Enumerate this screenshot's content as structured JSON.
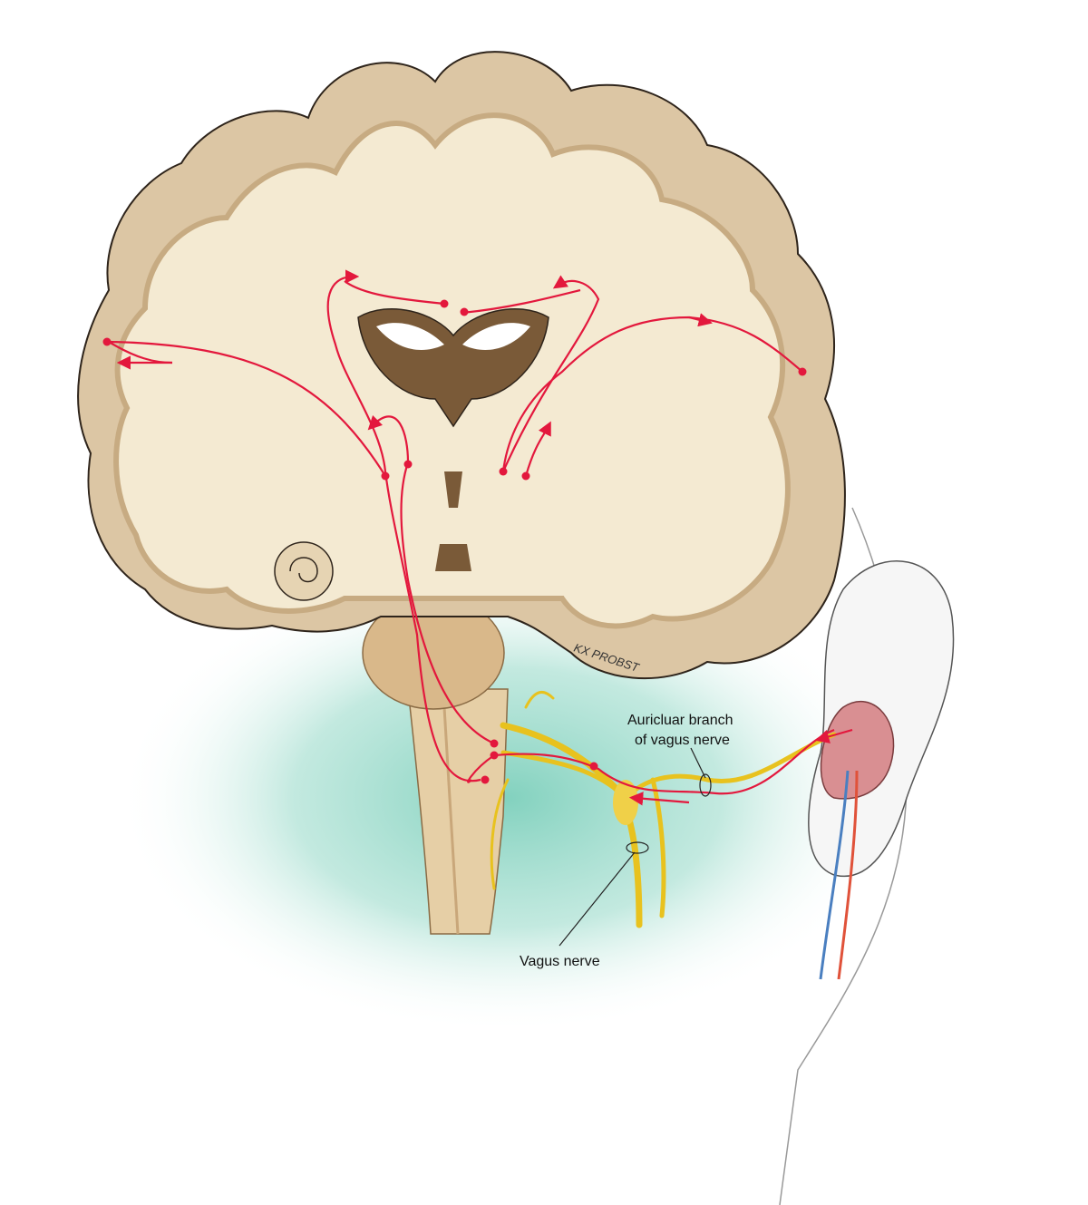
{
  "labels": {
    "auricular_line1": "Auricluar branch",
    "auricular_line2": "of vagus nerve",
    "vagus": "Vagus nerve"
  },
  "signature": "KX PROBST",
  "colors": {
    "pathway": "#e3183d",
    "nerve": "#e8c21e",
    "cortex": "#dcc6a4",
    "white_matter": "#f4ead2",
    "glow": "#8fd5c4",
    "artery": "#e0523a",
    "vein": "#4a7fc0"
  }
}
